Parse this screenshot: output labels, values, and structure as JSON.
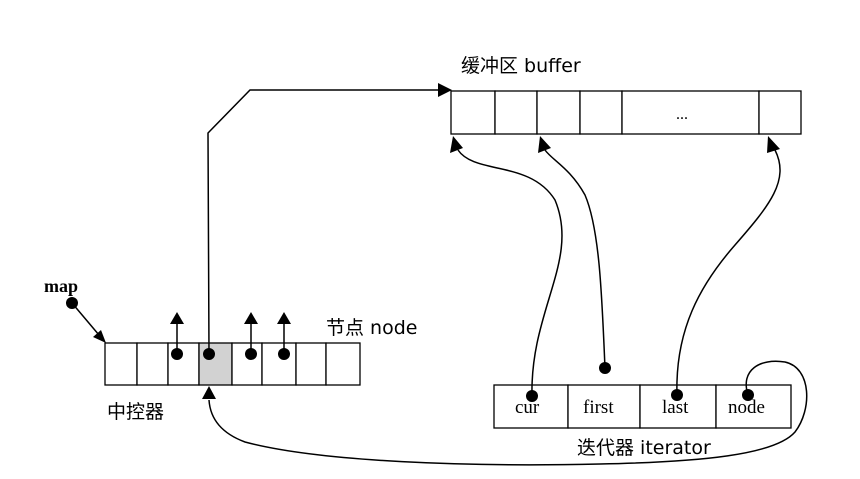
{
  "buffer": {
    "label": "缓冲区 buffer",
    "ellipsis": "..."
  },
  "map": {
    "label": "map",
    "controller_label": "中控器",
    "node_label": "节点 node"
  },
  "iterator": {
    "label": "迭代器 iterator",
    "fields": [
      "cur",
      "first",
      "last",
      "node"
    ]
  }
}
